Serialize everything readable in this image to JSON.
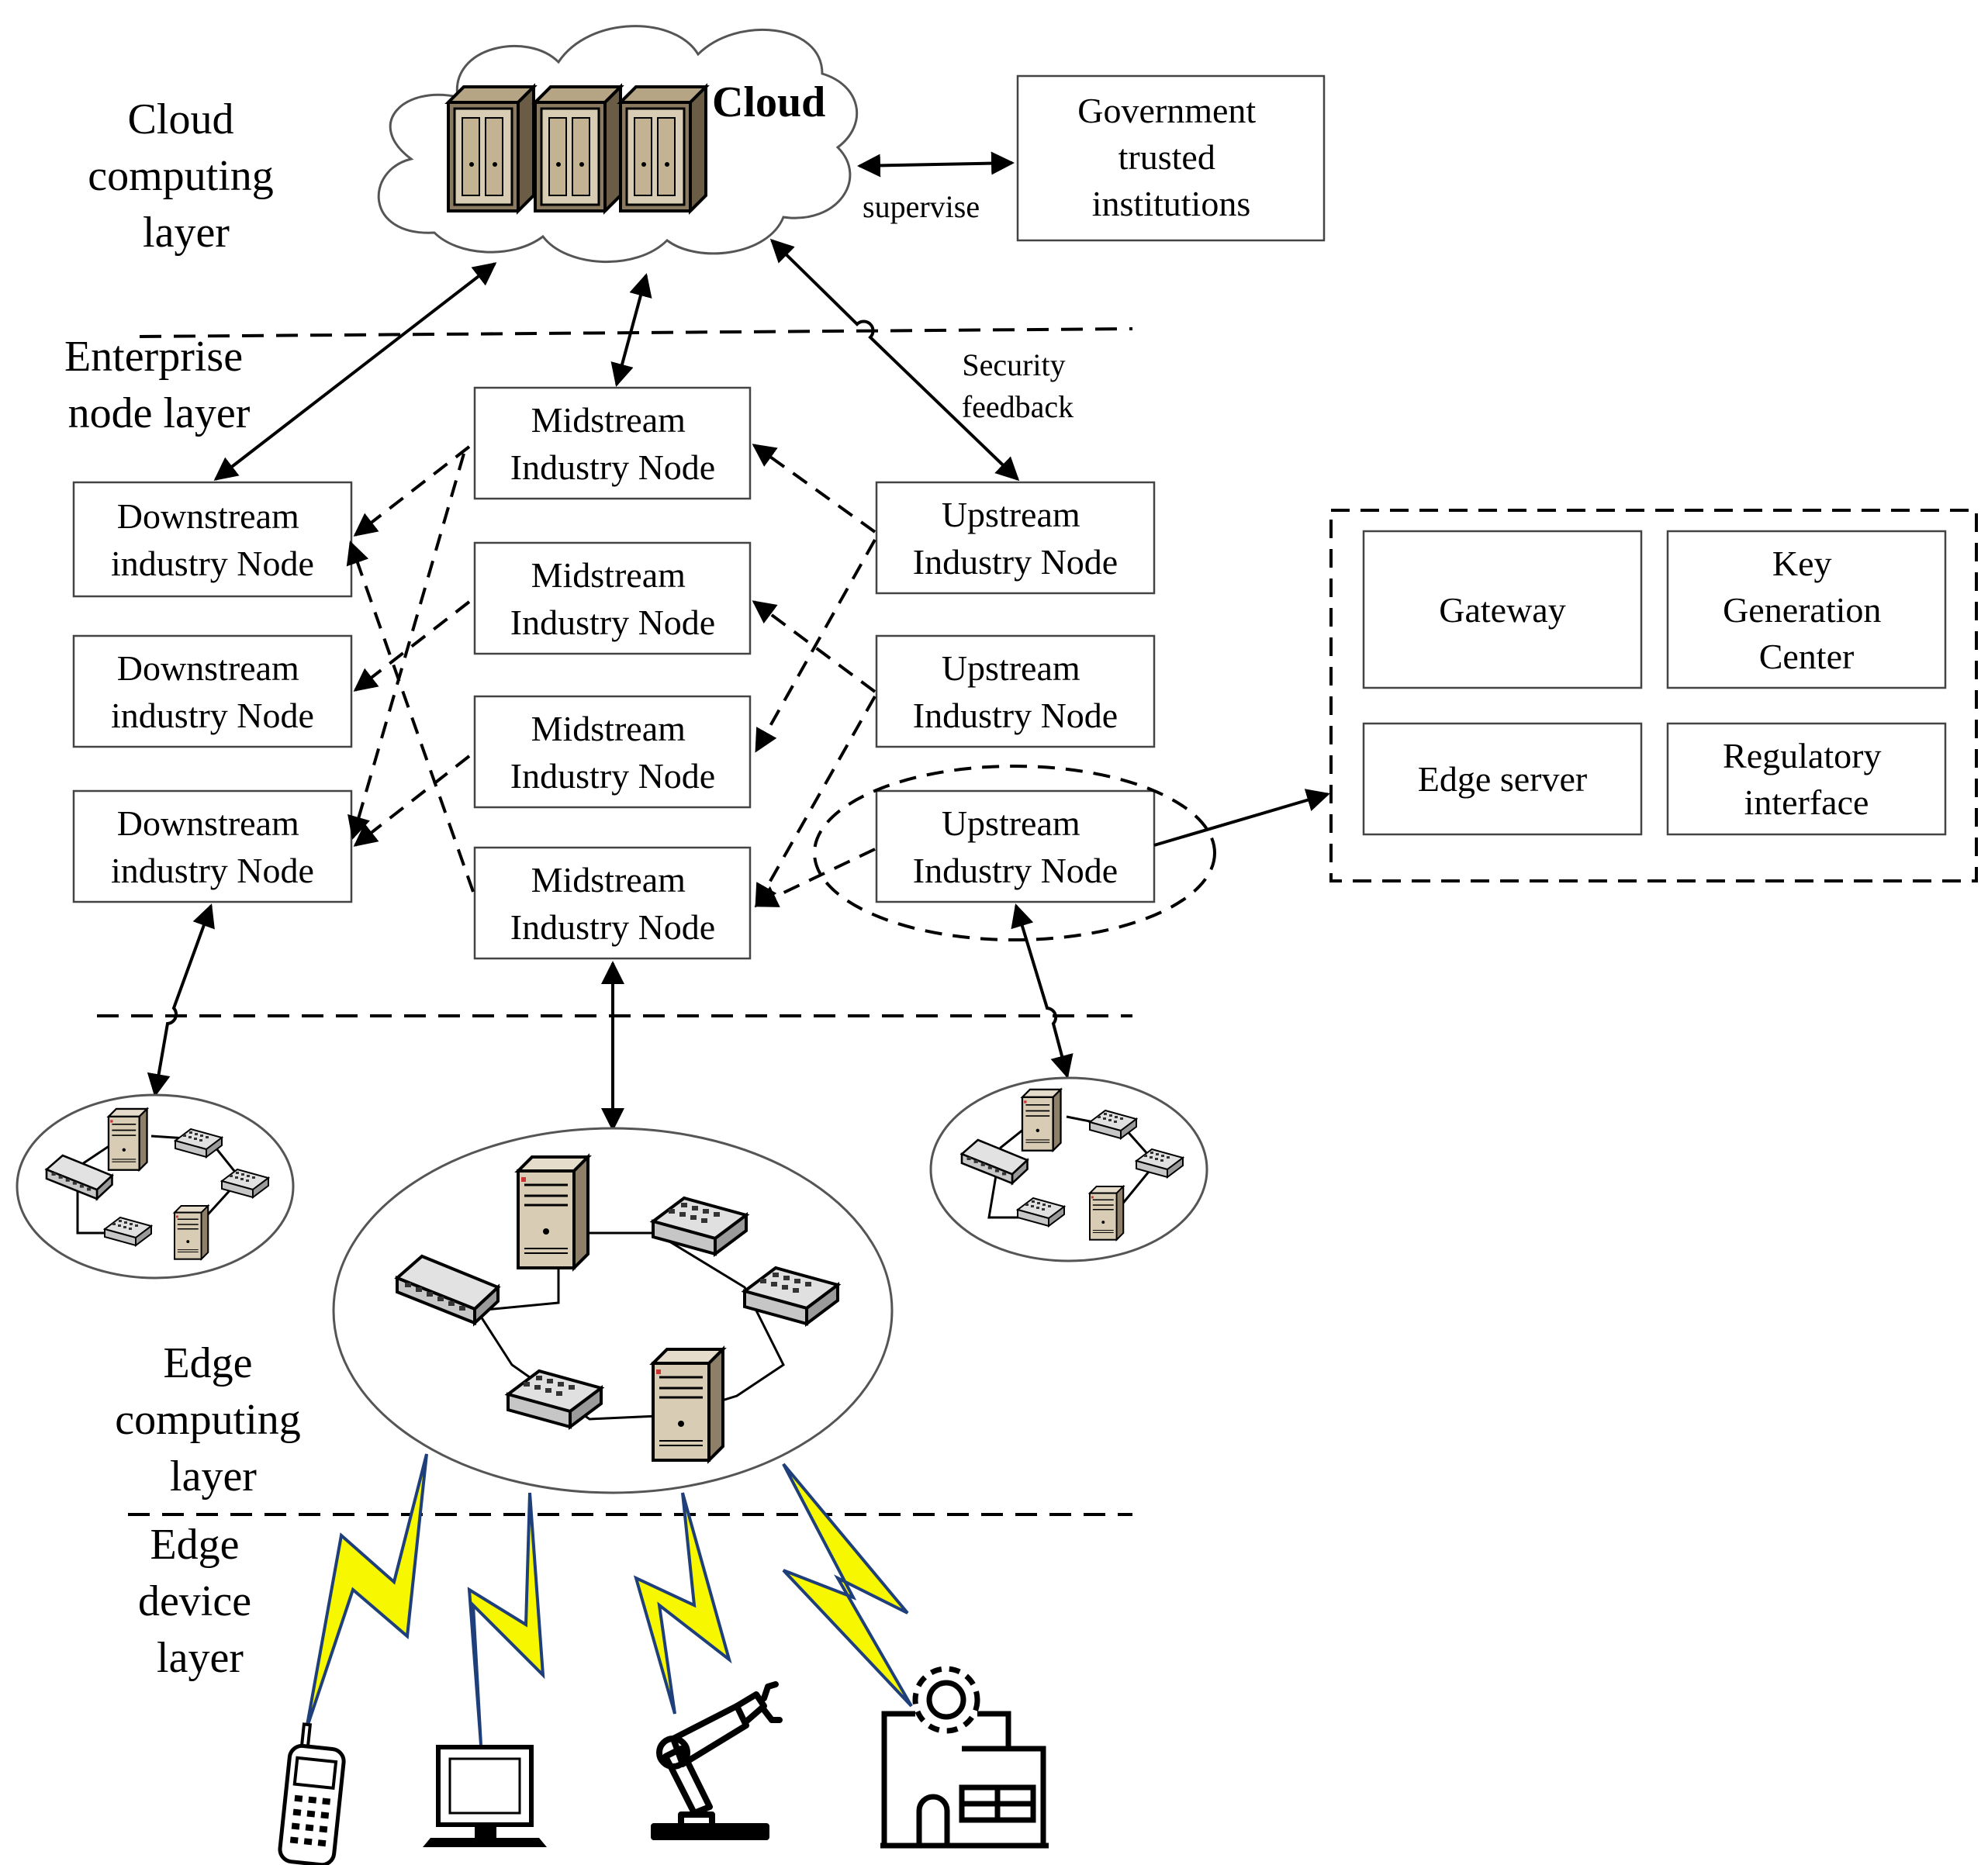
{
  "layers": {
    "cloud": [
      "Cloud",
      "computing",
      "layer"
    ],
    "enterprise": [
      "Enterprise",
      "node layer"
    ],
    "edge_computing": [
      "Edge",
      "computing",
      "layer"
    ],
    "edge_device": [
      "Edge",
      "device",
      "layer"
    ]
  },
  "cloud": {
    "title": "Cloud"
  },
  "government": {
    "lines": [
      "Government",
      "trusted",
      "institutions"
    ]
  },
  "supervise_label": "supervise",
  "security_feedback": [
    "Security",
    "feedback"
  ],
  "midstream_nodes": [
    [
      "Midstream",
      "Industry Node"
    ],
    [
      "Midstream",
      "Industry Node"
    ],
    [
      "Midstream",
      "Industry Node"
    ],
    [
      "Midstream",
      "Industry Node"
    ]
  ],
  "downstream_nodes": [
    [
      "Downstream",
      "industry Node"
    ],
    [
      "Downstream",
      "industry Node"
    ],
    [
      "Downstream",
      "industry Node"
    ]
  ],
  "upstream_nodes": [
    [
      "Upstream",
      "Industry Node"
    ],
    [
      "Upstream",
      "Industry Node"
    ],
    [
      "Upstream",
      "Industry Node"
    ]
  ],
  "detail_panel": {
    "gateway": [
      "Gateway"
    ],
    "key_generation_center": [
      "Key",
      "Generation",
      "Center"
    ],
    "edge_server": [
      "Edge server"
    ],
    "regulatory_interface": [
      "Regulatory",
      "interface"
    ]
  },
  "edge_devices": [
    "mobile-phone-icon",
    "computer-monitor-icon",
    "robot-arm-icon",
    "factory-gear-icon"
  ],
  "colors": {
    "lightning_fill": "#f7f700",
    "lightning_stroke": "#1f3f7a",
    "server_beige": "#d8ccb4"
  }
}
